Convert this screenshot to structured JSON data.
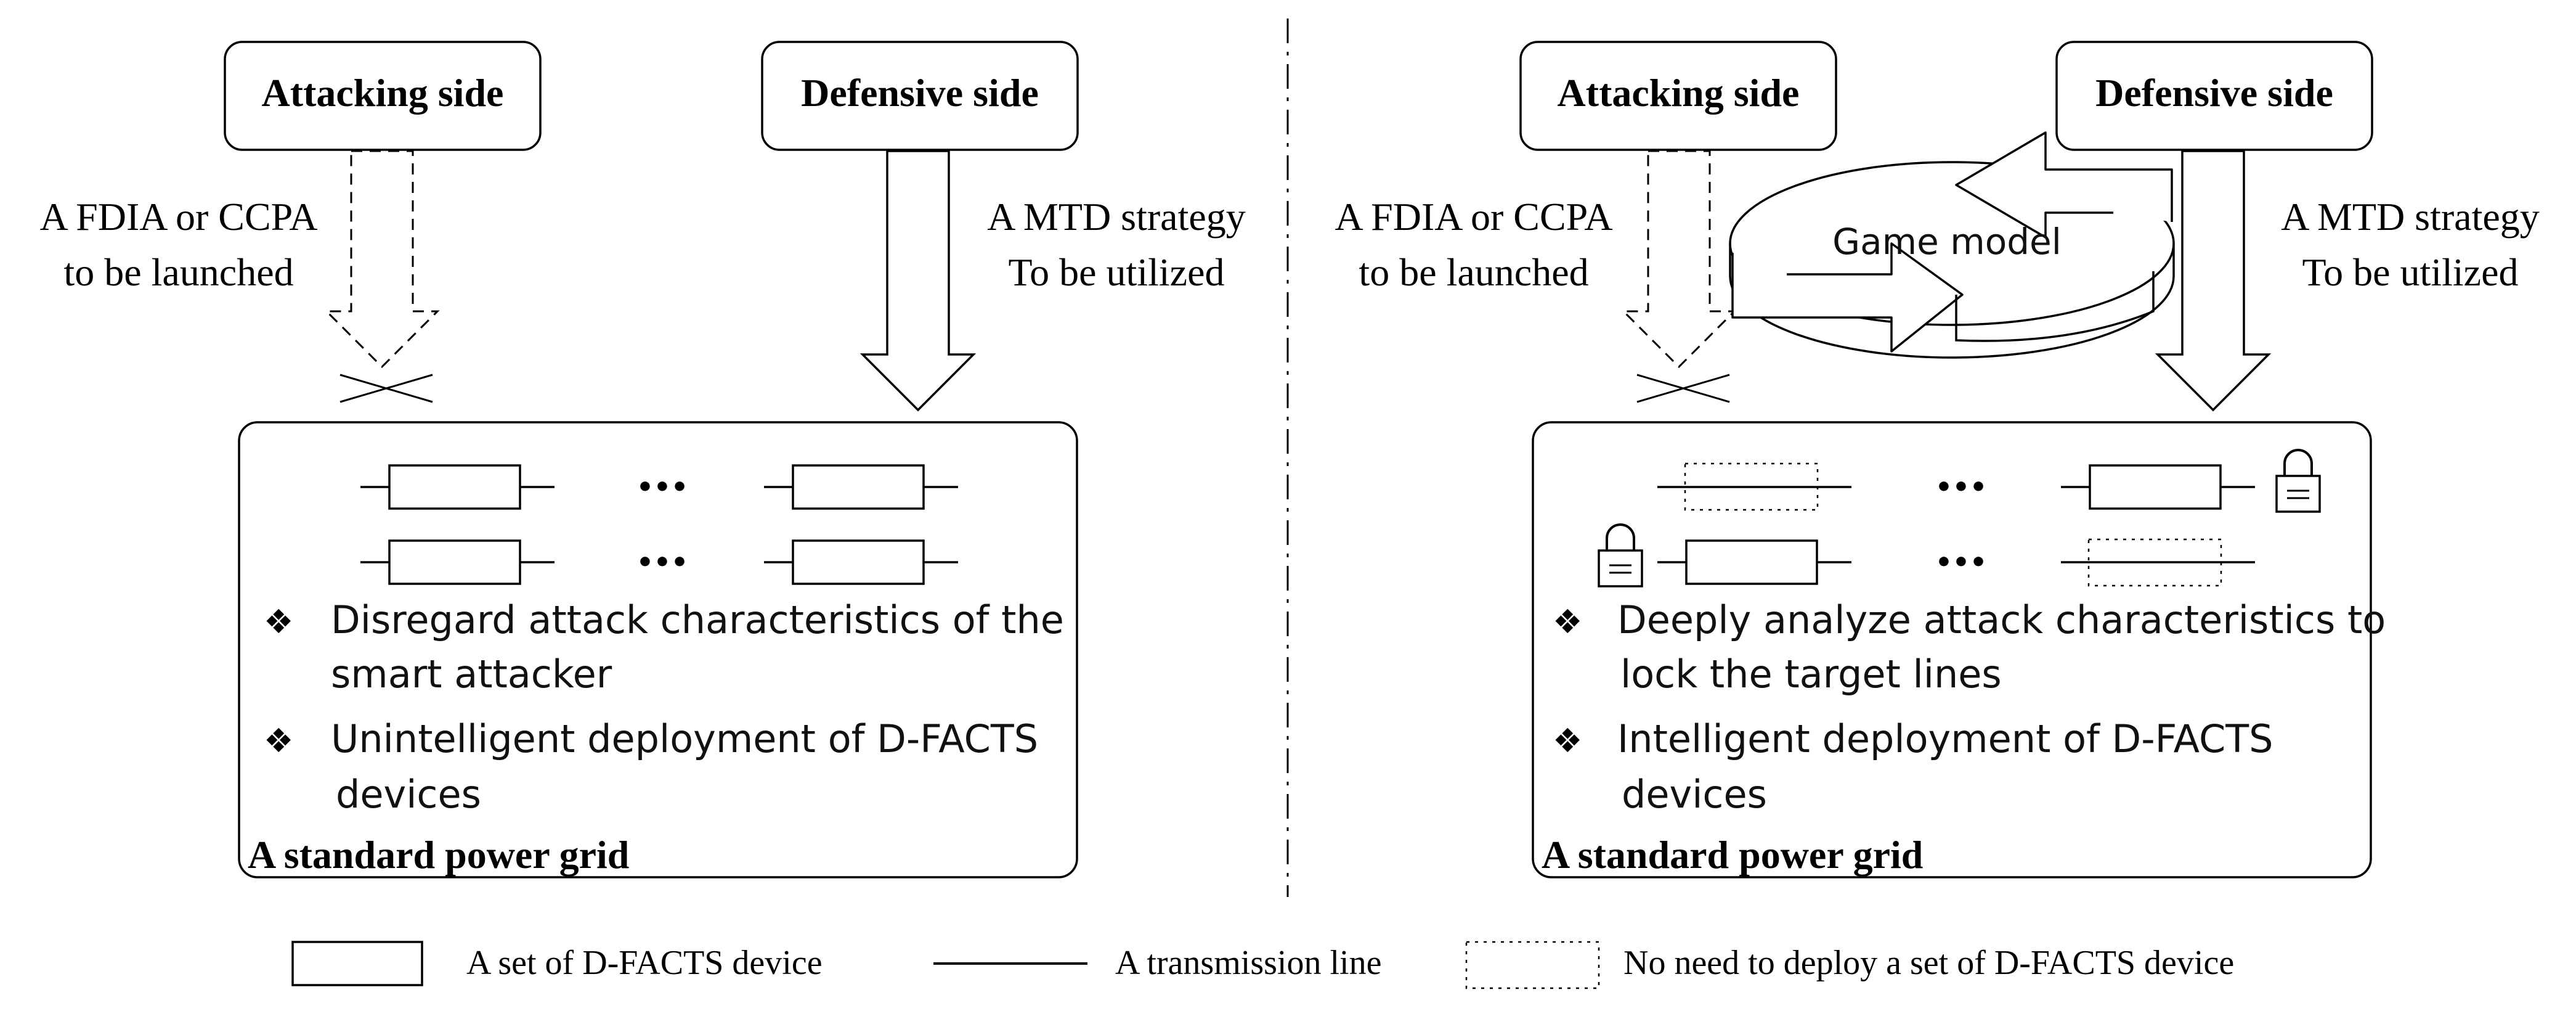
{
  "left_panel": {
    "attacker_title": "Attacking side",
    "defender_title": "Defensive side",
    "attack_text": [
      "A FDIA or CCPA",
      "to be launched"
    ],
    "defense_text": [
      "A MTD strategy",
      "To be utilized"
    ],
    "dots_row1": "•••",
    "dots_row2": "•••",
    "bullet_symbol": "❖",
    "bullet1": [
      "Disregard attack characteristics of the",
      "smart attacker"
    ],
    "bullet2": [
      "Unintelligent deployment of D-FACTS",
      "devices"
    ],
    "grid_label": "A standard power grid"
  },
  "right_panel": {
    "attacker_title": "Attacking side",
    "defender_title": "Defensive side",
    "attack_text": [
      "A FDIA or CCPA",
      "to be launched"
    ],
    "defense_text": [
      "A MTD strategy",
      "To be utilized"
    ],
    "game_label": "Game model",
    "dots_row1": "•••",
    "dots_row2": "•••",
    "bullet_symbol": "❖",
    "bullet1": [
      "Deeply analyze attack characteristics to",
      "lock the target lines"
    ],
    "bullet2": [
      "Intelligent deployment of D-FACTS",
      "devices"
    ],
    "grid_label": "A standard power grid"
  },
  "legend": {
    "device": "A set of D-FACTS device",
    "line": "A transmission line",
    "no_device": "No need to deploy a set of D-FACTS device"
  },
  "colors": {
    "stroke": "#000000",
    "background": "#ffffff",
    "text": "#111111"
  },
  "icons": {
    "lock": "lock-icon",
    "cross": "blocked-cross-icon",
    "cycle": "game-cycle-icon"
  }
}
